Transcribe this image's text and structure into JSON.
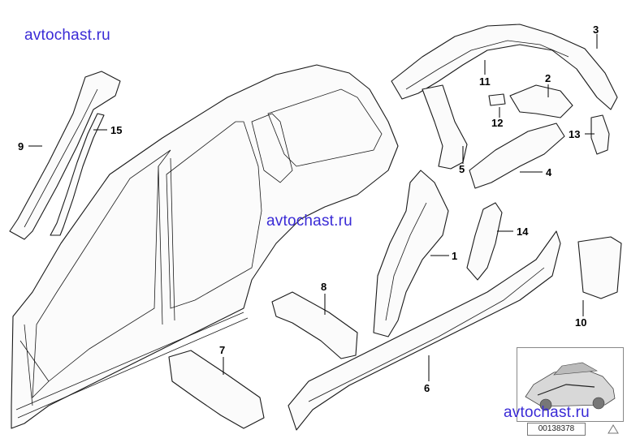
{
  "watermarks": {
    "top_left": "avtochast.ru",
    "center": "avtochast.ru",
    "bottom_right": "avtochast.ru"
  },
  "diagram": {
    "reference_id": "00138378",
    "callouts": [
      "1",
      "2",
      "3",
      "4",
      "5",
      "6",
      "7",
      "8",
      "9",
      "10",
      "11",
      "12",
      "13",
      "14",
      "15"
    ]
  },
  "colors": {
    "watermark": "#3a2bd6",
    "line": "#1a1a1a"
  }
}
